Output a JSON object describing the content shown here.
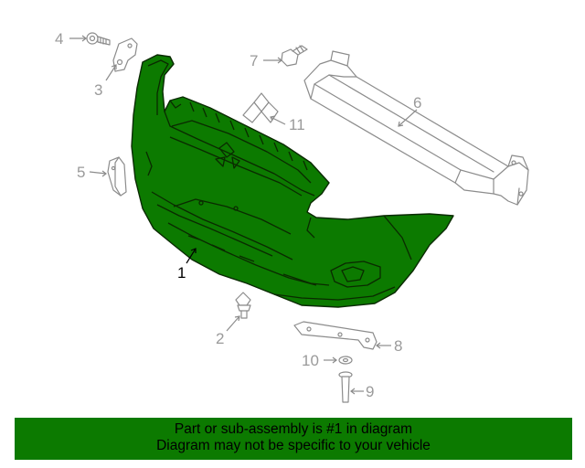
{
  "callouts": {
    "c1": "1",
    "c2": "2",
    "c3": "3",
    "c4": "4",
    "c5": "5",
    "c6": "6",
    "c7": "7",
    "c8": "8",
    "c9": "9",
    "c10": "10",
    "c11": "11"
  },
  "banner": {
    "line1": "Part or sub-assembly is #1 in diagram",
    "line2": "Diagram may not be specific to your vehicle"
  },
  "colors": {
    "highlight_part": "#0c7a00",
    "banner_bg": "#0c7a00",
    "line_art": "#8c8c8c"
  }
}
